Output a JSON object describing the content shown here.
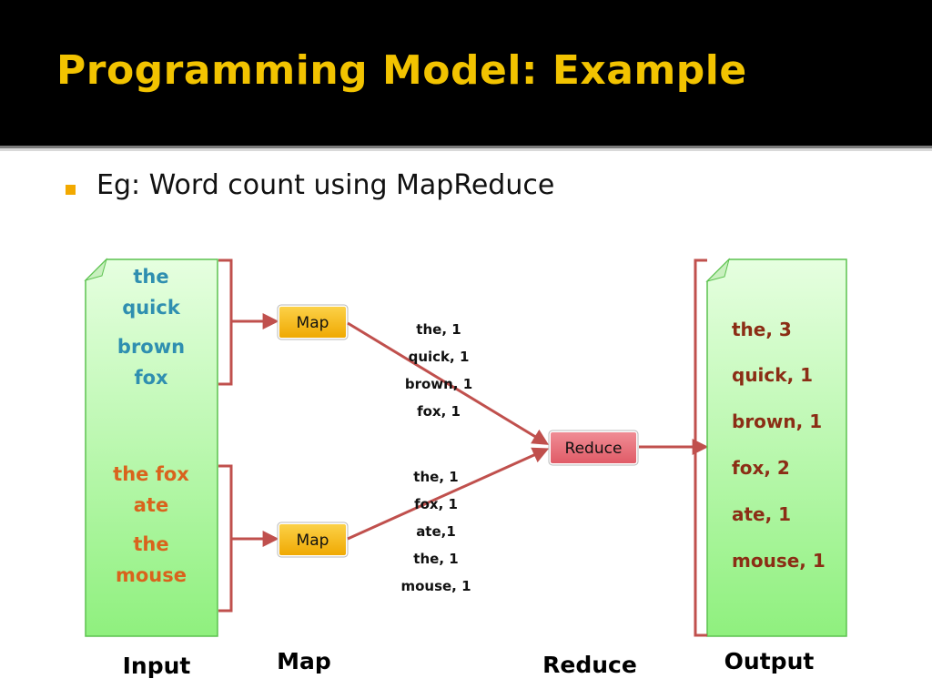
{
  "slide": {
    "title": "Programming Model: Example",
    "bullet": "Eg: Word count using MapReduce"
  },
  "colors": {
    "header_background": "#000000",
    "title": "#f2c300",
    "bullet": "#f2a900",
    "document_fill_top": "#e6ffe0",
    "document_fill_bottom": "#8ff07e",
    "document_border": "#5cc24f",
    "input_chunk_1_text": "#2f8fb0",
    "input_chunk_2_text": "#d9631c",
    "map_box_fill": "#f5b300",
    "reduce_box_fill": "#e8707a",
    "arrow": "#c0504d",
    "output_text": "#8b2d15"
  },
  "diagram": {
    "input": {
      "caption": "Input",
      "chunks": [
        {
          "lines": [
            "the",
            "quick",
            "brown",
            "fox"
          ]
        },
        {
          "lines": [
            "the fox",
            "ate",
            "the",
            "mouse"
          ]
        }
      ]
    },
    "map": {
      "caption": "Map",
      "boxes": [
        {
          "label": "Map",
          "emits": [
            "the, 1",
            "quick, 1",
            "brown, 1",
            "fox, 1"
          ]
        },
        {
          "label": "Map",
          "emits": [
            "the, 1",
            "fox, 1",
            "ate,1",
            "the, 1",
            "mouse, 1"
          ]
        }
      ]
    },
    "reduce": {
      "caption": "Reduce",
      "box_label": "Reduce"
    },
    "output": {
      "caption": "Output",
      "lines": [
        "the, 3",
        "quick, 1",
        "brown, 1",
        "fox, 2",
        "ate, 1",
        "mouse, 1"
      ]
    }
  }
}
